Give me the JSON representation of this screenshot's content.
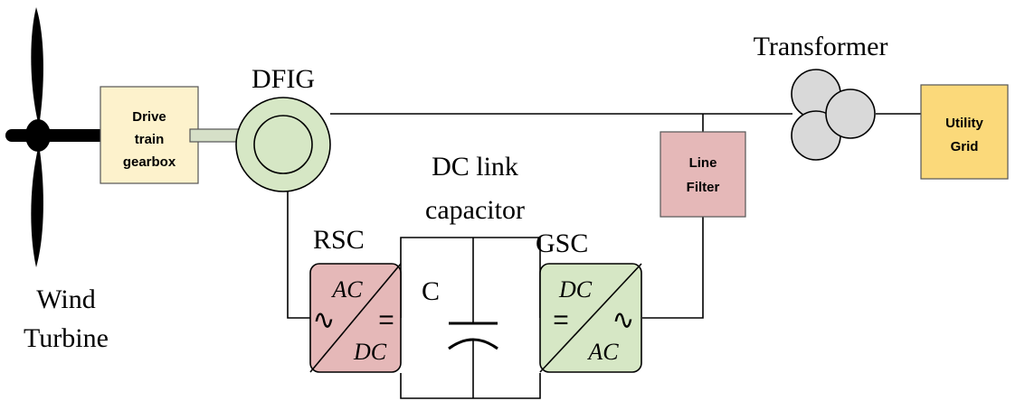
{
  "diagram": {
    "wind_turbine": {
      "line1": "Wind",
      "line2": "Turbine"
    },
    "gearbox": {
      "line1": "Drive",
      "line2": "train",
      "line3": "gearbox"
    },
    "dfig": {
      "label": "DFIG"
    },
    "transformer": {
      "label": "Transformer"
    },
    "utility_grid": {
      "line1": "Utility",
      "line2": "Grid"
    },
    "line_filter": {
      "line1": "Line",
      "line2": "Filter"
    },
    "dc_link": {
      "line1": "DC link",
      "line2": "capacitor",
      "cap_label": "C"
    },
    "rsc": {
      "label": "RSC",
      "top": "AC",
      "bottom": "DC",
      "left_sym": "∿",
      "right_sym": "="
    },
    "gsc": {
      "label": "GSC",
      "top": "DC",
      "bottom": "AC",
      "left_sym": "=",
      "right_sym": "∿"
    }
  },
  "colors": {
    "gearbox_fill": "#fdf2cc",
    "dfig_fill": "#d6e7c5",
    "converter_rsc_fill": "#e5b8b8",
    "converter_gsc_fill": "#d6e7c5",
    "filter_fill": "#e5b8b8",
    "grid_fill": "#fbd97a",
    "transformer_fill": "#d9d9d9",
    "shaft_fill": "#d6e0c8"
  }
}
